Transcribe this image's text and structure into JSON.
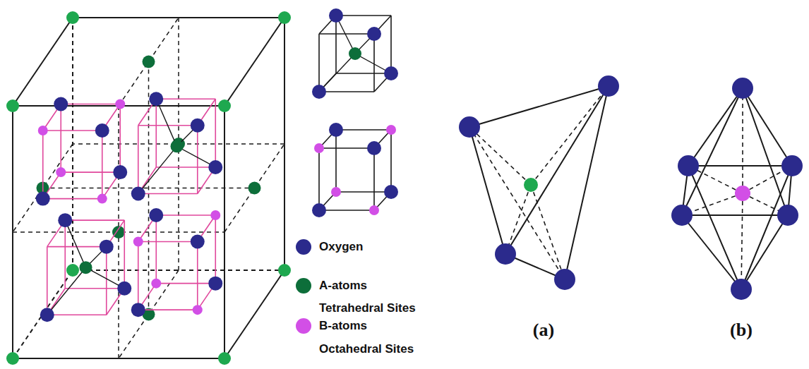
{
  "diagram": {
    "labels": [
      "Tetrahedral Sites",
      "Octahedral Sites",
      "(a)",
      "(b)"
    ],
    "legend": [
      {
        "text": "Oxygen",
        "color": "#2b2a8c"
      },
      {
        "text": "A-atoms",
        "color": "#0d6e3a"
      },
      {
        "text": "B-atoms",
        "color": "#d24fe6"
      }
    ]
  }
}
